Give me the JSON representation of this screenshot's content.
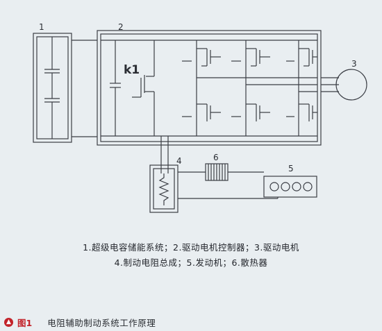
{
  "diagram": {
    "labels": {
      "n1": "1",
      "n2": "2",
      "n3": "3",
      "n4": "4",
      "n5": "5",
      "n6": "6",
      "k1": "k1"
    }
  },
  "legend": {
    "line1": "1.超级电容储能系统；2.驱动电机控制器；3.驱动电机",
    "line2": "4.制动电阻总成；5.发动机；6.散热器"
  },
  "figure": {
    "number": "图1",
    "title": "电阻辅助制动系统工作原理",
    "icon": "up-arrow-icon",
    "accent_color": "#c2232a"
  }
}
